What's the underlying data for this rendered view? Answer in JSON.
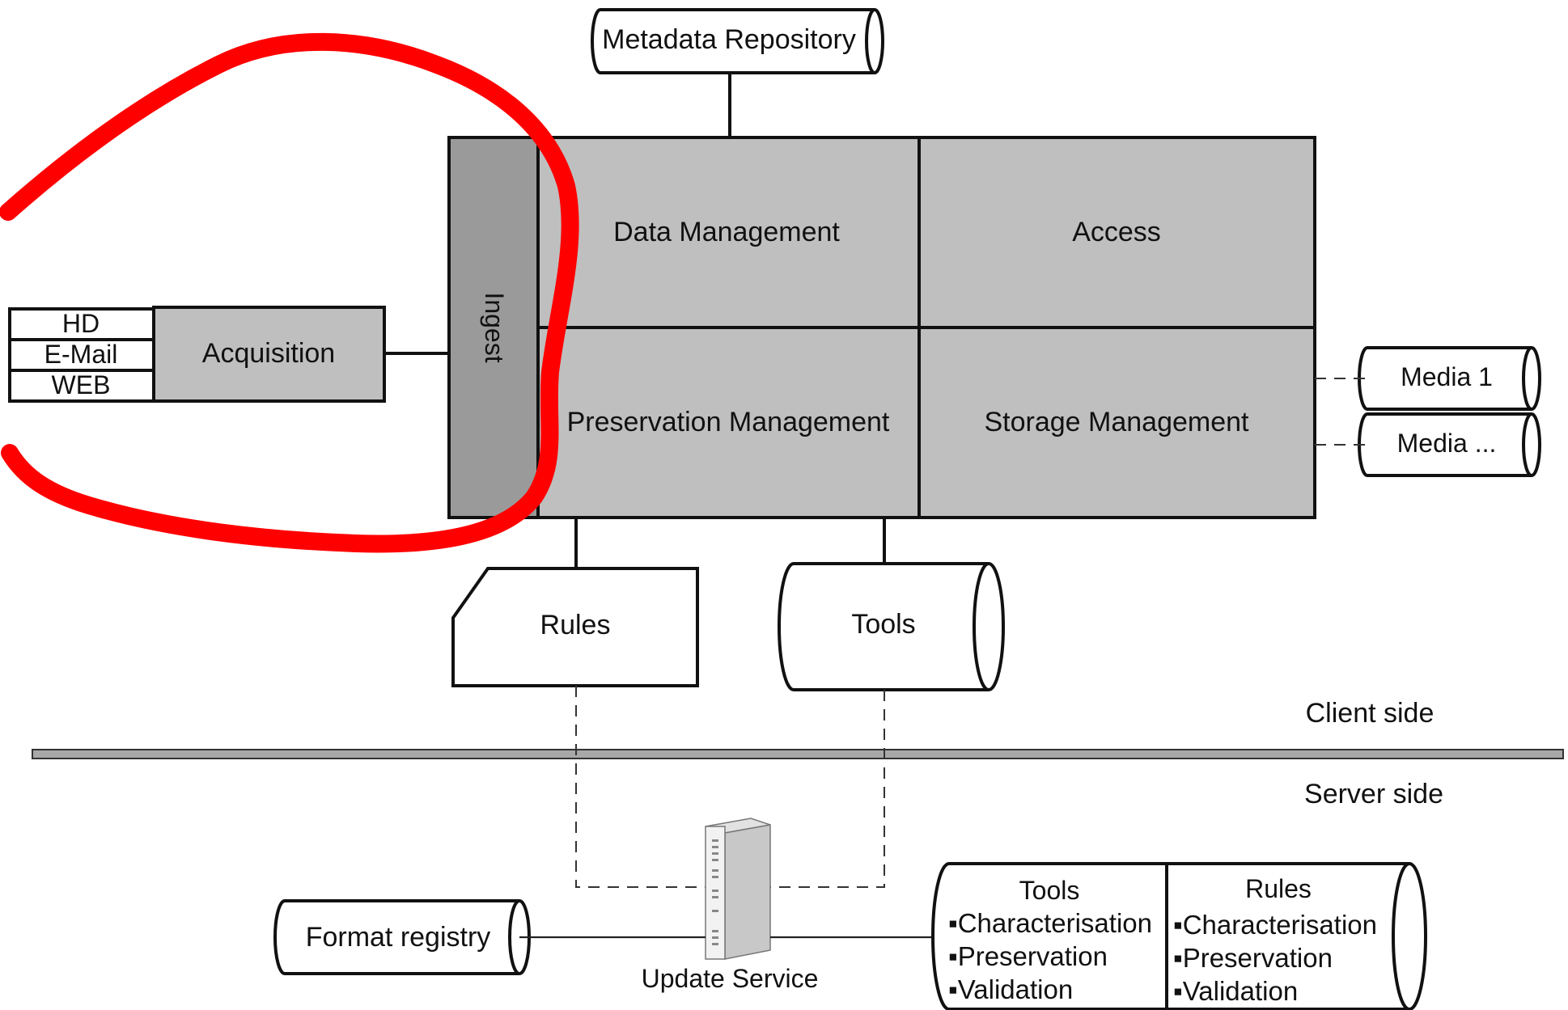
{
  "colors": {
    "module_fill": "#bfbfbf",
    "ingest_fill": "#9a9a9a",
    "line": "#111111",
    "highlight": "#ff0000",
    "divider": "#a8a8a8"
  },
  "nodes": {
    "metadata_repository": "Metadata Repository",
    "data_management": "Data Management",
    "access": "Access",
    "preservation_management": "Preservation Management",
    "storage_management": "Storage Management",
    "ingest": "Ingest",
    "acquisition": "Acquisition",
    "sources": [
      "HD",
      "E-Mail",
      "WEB"
    ],
    "media_1": "Media 1",
    "media_more": "Media ...",
    "rules": "Rules",
    "tools": "Tools",
    "format_registry": "Format registry",
    "update_service": "Update Service"
  },
  "zones": {
    "client_side": "Client side",
    "server_side": "Server side"
  },
  "server_store": {
    "tools_title": "Tools",
    "tools_items": [
      "Characterisation",
      "Preservation",
      "Validation"
    ],
    "rules_title": "Rules",
    "rules_items": [
      "Characterisation",
      "Preservation",
      "Validation"
    ]
  },
  "icons": {
    "server": "server-tower-icon",
    "highlight": "red-hand-drawn-circle"
  }
}
